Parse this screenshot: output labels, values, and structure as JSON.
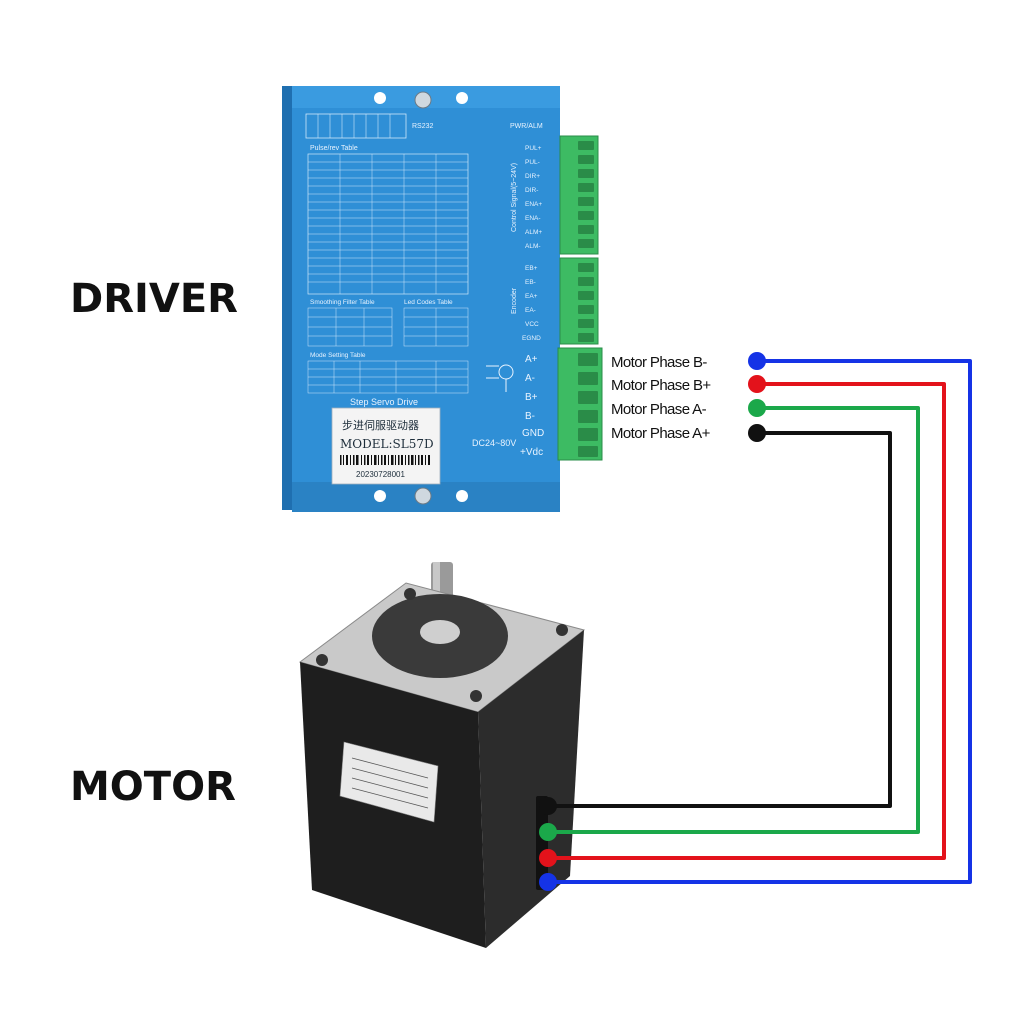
{
  "labels": {
    "driver": "DRIVER",
    "motor": "MOTOR"
  },
  "driver": {
    "top_header": "PWR/ALM",
    "rs232": "RS232",
    "pulse_table_title": "Pulse/rev Table",
    "smoothing_title": "Smoothing Filter Table",
    "led_title": "Led Codes Table",
    "mode_title": "Mode Setting Table",
    "product_name": "Step Servo Drive",
    "chinese_name": "步进伺服驱动器",
    "model": "MODEL:SL57D",
    "serial": "20230728001",
    "control_group": "Control Signal(5~24V)",
    "encoder_group": "Encoder",
    "voltage": "DC24~80V",
    "control_terminals": [
      "PUL+",
      "PUL-",
      "DIR+",
      "DIR-",
      "ENA+",
      "ENA-",
      "ALM+",
      "ALM-"
    ],
    "encoder_terminals": [
      "EB+",
      "EB-",
      "EA+",
      "EA-",
      "VCC",
      "EGND"
    ],
    "power_terminals": [
      "A+",
      "A-",
      "B+",
      "B-",
      "GND",
      "+Vdc"
    ]
  },
  "wires": [
    {
      "label": "Motor Phase B-",
      "color": "#1533e6"
    },
    {
      "label": "Motor Phase B+",
      "color": "#e3121b"
    },
    {
      "label": "Motor Phase A-",
      "color": "#1ba84a"
    },
    {
      "label": "Motor Phase A+",
      "color": "#111111"
    }
  ],
  "colors": {
    "driver_blue": "#2f8fd6",
    "terminal_green": "#3dbb63",
    "motor_body": "#1e1e1e",
    "motor_plate": "#c9c9c9"
  }
}
